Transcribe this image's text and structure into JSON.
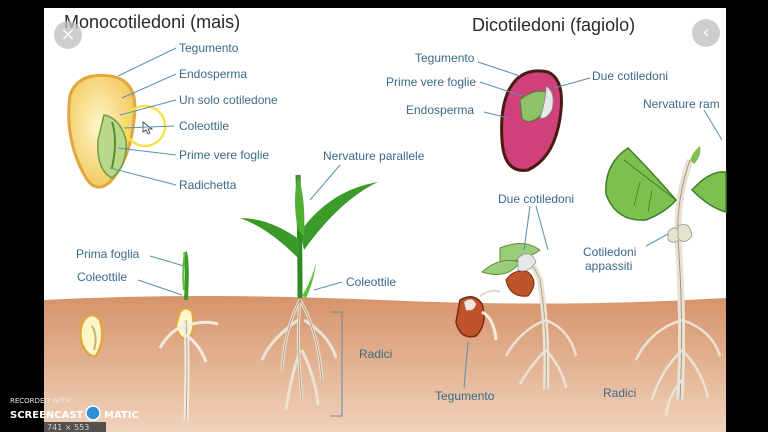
{
  "titles": {
    "monocot": "Monocotiledoni (mais)",
    "dicot": "Dicotiledoni (fagiolo)"
  },
  "monocot_labels": {
    "tegumento": "Tegumento",
    "endosperma": "Endosperma",
    "un_solo_cotiledone": "Un solo cotiledone",
    "coleottile": "Coleottile",
    "prime_vere_foglie": "Prime vere foglie",
    "radichetta": "Radichetta",
    "nervature_parallele": "Nervature parallele",
    "prima_foglia": "Prima foglia",
    "coleottile_2": "Coleottile",
    "coleottile_3": "Coleottile",
    "radici": "Radici"
  },
  "dicot_labels": {
    "tegumento": "Tegumento",
    "prime_vere_foglie": "Prime vere foglie",
    "endosperma": "Endosperma",
    "due_cotiledoni": "Due cotiledoni",
    "nervature_ram": "Nervature ram",
    "due_cotiledoni_2": "Due cotiledoni",
    "cotiledoni_appassiti_1": "Cotiledoni",
    "cotiledoni_appassiti_2": "appassiti",
    "tegumento_2": "Tegumento",
    "radici": "Radici"
  },
  "controls": {
    "close_icon": "×",
    "back_icon": "‹"
  },
  "watermark": {
    "recorded_with": "RECORDED WITH",
    "screencast": "SCREENCAST",
    "matic": "MATIC",
    "size_readout": "741 × 553"
  },
  "colors": {
    "soil": "#d9a27c",
    "sky": "#ffffff",
    "leaf": "#3a9a2a",
    "bean": "#d0407a",
    "leader": "#5a8fb0",
    "cursor_ring": "#f5e24a"
  }
}
